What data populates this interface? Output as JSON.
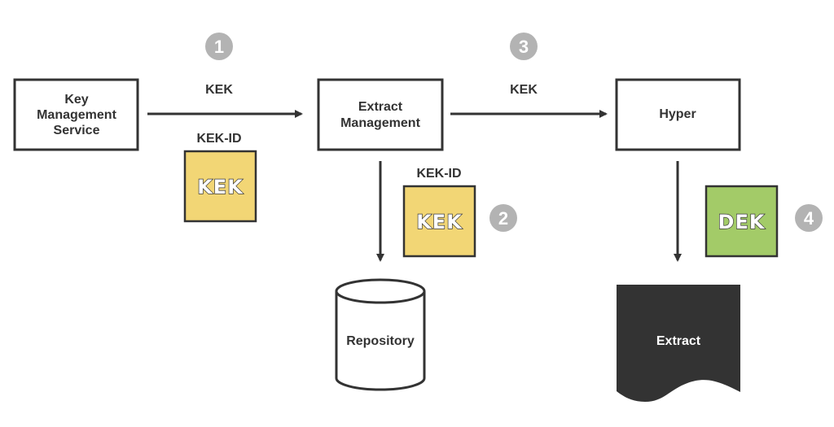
{
  "nodes": {
    "kms": {
      "lines": [
        "Key",
        "Management",
        "Service"
      ]
    },
    "extract_mgmt": {
      "lines": [
        "Extract",
        "Management"
      ]
    },
    "hyper": {
      "label": "Hyper"
    },
    "repository": {
      "label": "Repository"
    },
    "extract": {
      "label": "Extract"
    }
  },
  "edges": {
    "kms_to_em": {
      "label": "KEK"
    },
    "em_to_hyper": {
      "label": "KEK"
    }
  },
  "keys": {
    "kek_1": {
      "caption": "KEK-ID",
      "text": "KEK",
      "color": "#f2d675"
    },
    "kek_2": {
      "caption": "KEK-ID",
      "text": "KEK",
      "color": "#f2d675"
    },
    "dek": {
      "text": "DEK",
      "color": "#a3cb68"
    }
  },
  "steps": [
    "1",
    "2",
    "3",
    "4"
  ],
  "colors": {
    "border": "#333333",
    "step_circle": "#b3b3b3",
    "extract_doc": "#333333"
  }
}
